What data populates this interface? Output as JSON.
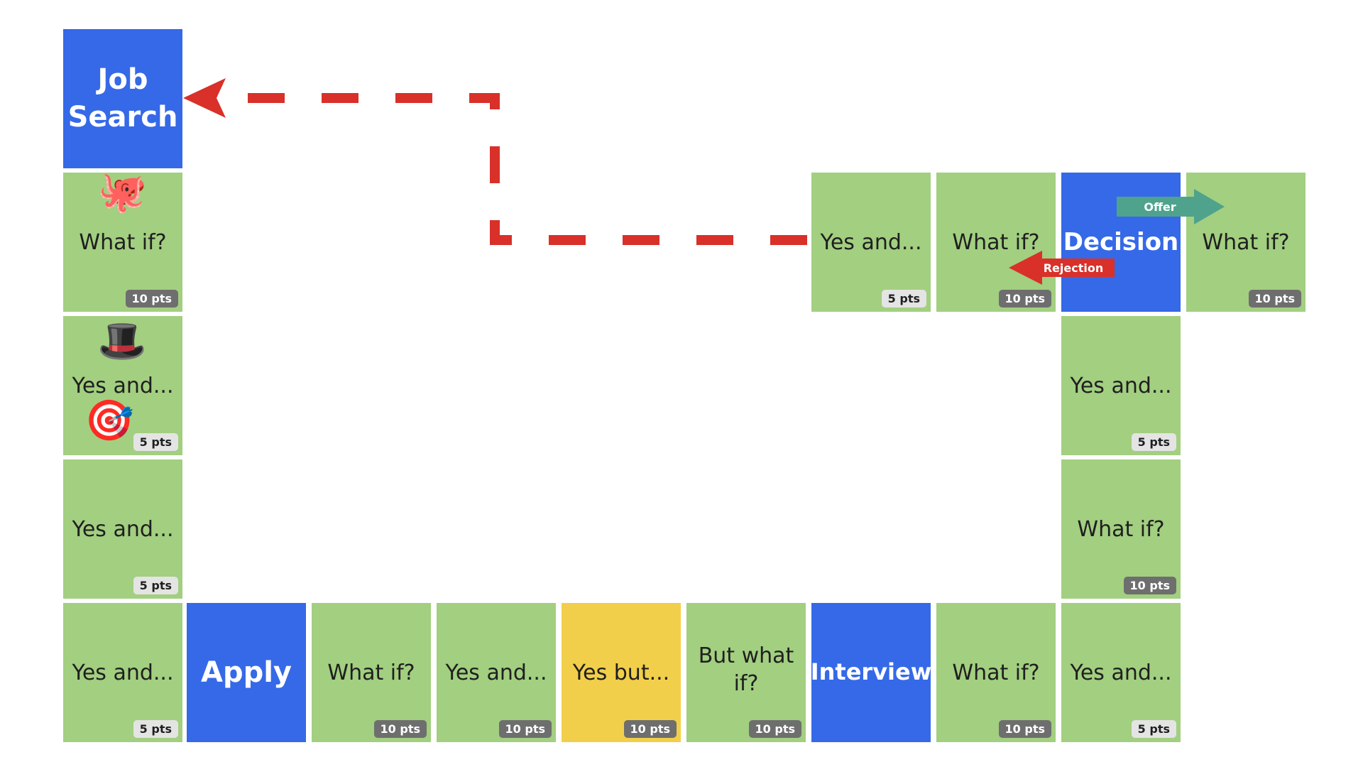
{
  "tiles": {
    "job_search": "Job Search",
    "left_1": "What if?",
    "left_2": "Yes and...",
    "left_3": "Yes and...",
    "bottom_1": "Yes and...",
    "apply": "Apply",
    "bottom_3": "What if?",
    "bottom_4": "Yes and...",
    "bottom_5": "Yes but...",
    "bottom_6": "But what if?",
    "interview": "Interview",
    "bottom_8": "What if?",
    "bottom_9": "Yes and...",
    "right_1": "What if?",
    "right_2": "Yes and...",
    "decision": "Decision",
    "top_1": "Yes and...",
    "top_2": "What if?",
    "top_4": "What if?"
  },
  "points": {
    "left_1": "10 pts",
    "left_2": "5 pts",
    "left_3": "5 pts",
    "bottom_1": "5 pts",
    "bottom_3": "10 pts",
    "bottom_4": "10 pts",
    "bottom_5": "10 pts",
    "bottom_6": "10 pts",
    "bottom_8": "10 pts",
    "bottom_9": "5 pts",
    "right_1": "10 pts",
    "right_2": "5 pts",
    "top_1": "5 pts",
    "top_2": "10 pts",
    "top_4": "10 pts"
  },
  "arrows": {
    "offer": "Offer",
    "rejection": "Rejection"
  },
  "icons": {
    "octopus": "🐙",
    "top_hat": "🎩",
    "dart_target": "🎯"
  },
  "colors": {
    "green": "#a2cf80",
    "blue": "#3569e8",
    "yellow": "#f2cf4a",
    "offer_arrow": "#4fa38c",
    "rejection_arrow": "#d9302a",
    "dashed_path": "#d9302a"
  }
}
